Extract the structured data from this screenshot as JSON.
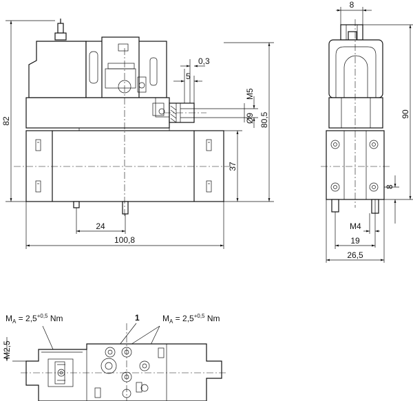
{
  "front_view": {
    "dim_height_overall": "82",
    "dim_thickness": "0,3",
    "dim_offset": "5",
    "dim_thread": "M5",
    "dim_diameter": "Ø9",
    "dim_height": "80,5",
    "dim_base_height": "37",
    "dim_port_spacing": "24",
    "dim_length": "100,8"
  },
  "side_view": {
    "dim_connector_width": "8",
    "dim_height": "90",
    "dim_port_offset": "8",
    "dim_thread": "M4",
    "dim_width_inner": "19",
    "dim_width_outer": "26,5"
  },
  "bottom_view": {
    "torque_left": {
      "prefix": "M",
      "sub": "A",
      "eq": " = 2,5",
      "sup": "+0,5",
      "unit": " Nm"
    },
    "torque_right": {
      "prefix": "M",
      "sub": "A",
      "eq": " = 2,5",
      "sup": "+0,5",
      "unit": " Nm"
    },
    "callout": "1",
    "dim_screw": "M2,5"
  }
}
